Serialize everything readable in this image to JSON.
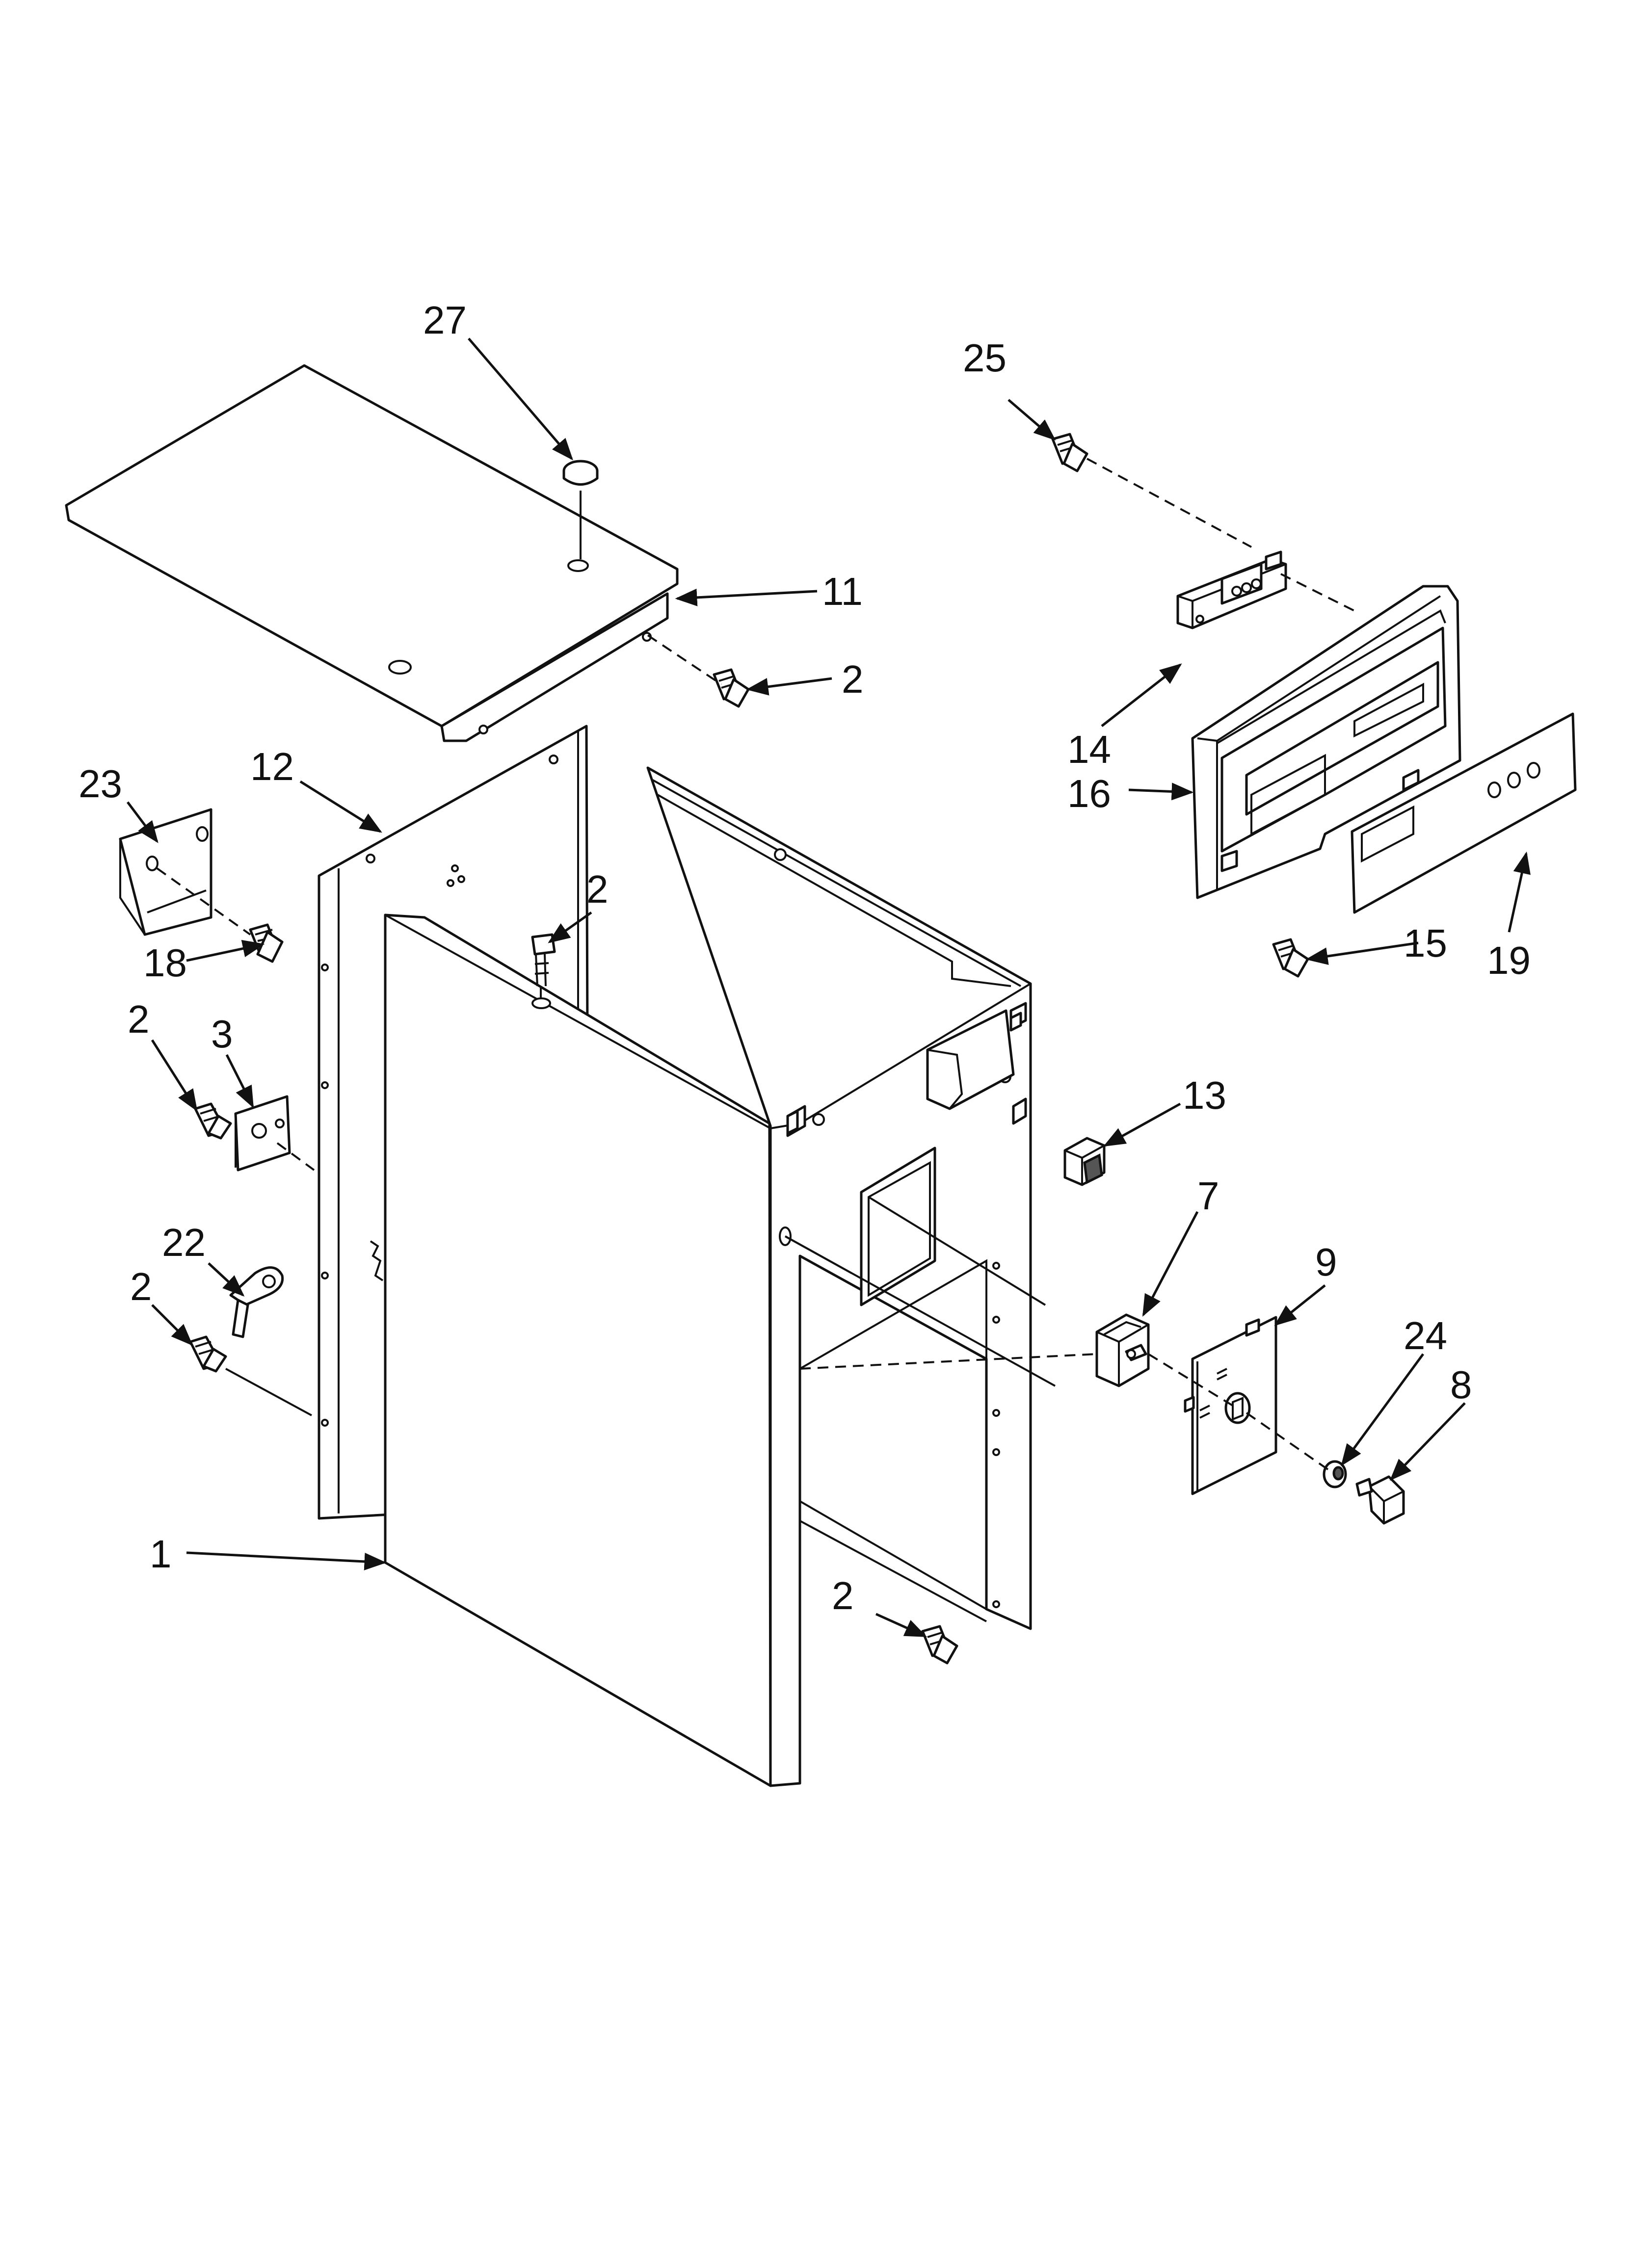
{
  "diagram": {
    "callouts": {
      "c27": "27",
      "c25": "25",
      "c11": "11",
      "c2a": "2",
      "c14": "14",
      "c16": "16",
      "c19": "19",
      "c12": "12",
      "c23": "23",
      "c18": "18",
      "c2b": "2",
      "c2c": "2",
      "c3": "3",
      "c15": "15",
      "c13": "13",
      "c22": "22",
      "c2d": "2",
      "c7": "7",
      "c9": "9",
      "c24": "24",
      "c8": "8",
      "c1": "1",
      "c2e": "2"
    }
  }
}
